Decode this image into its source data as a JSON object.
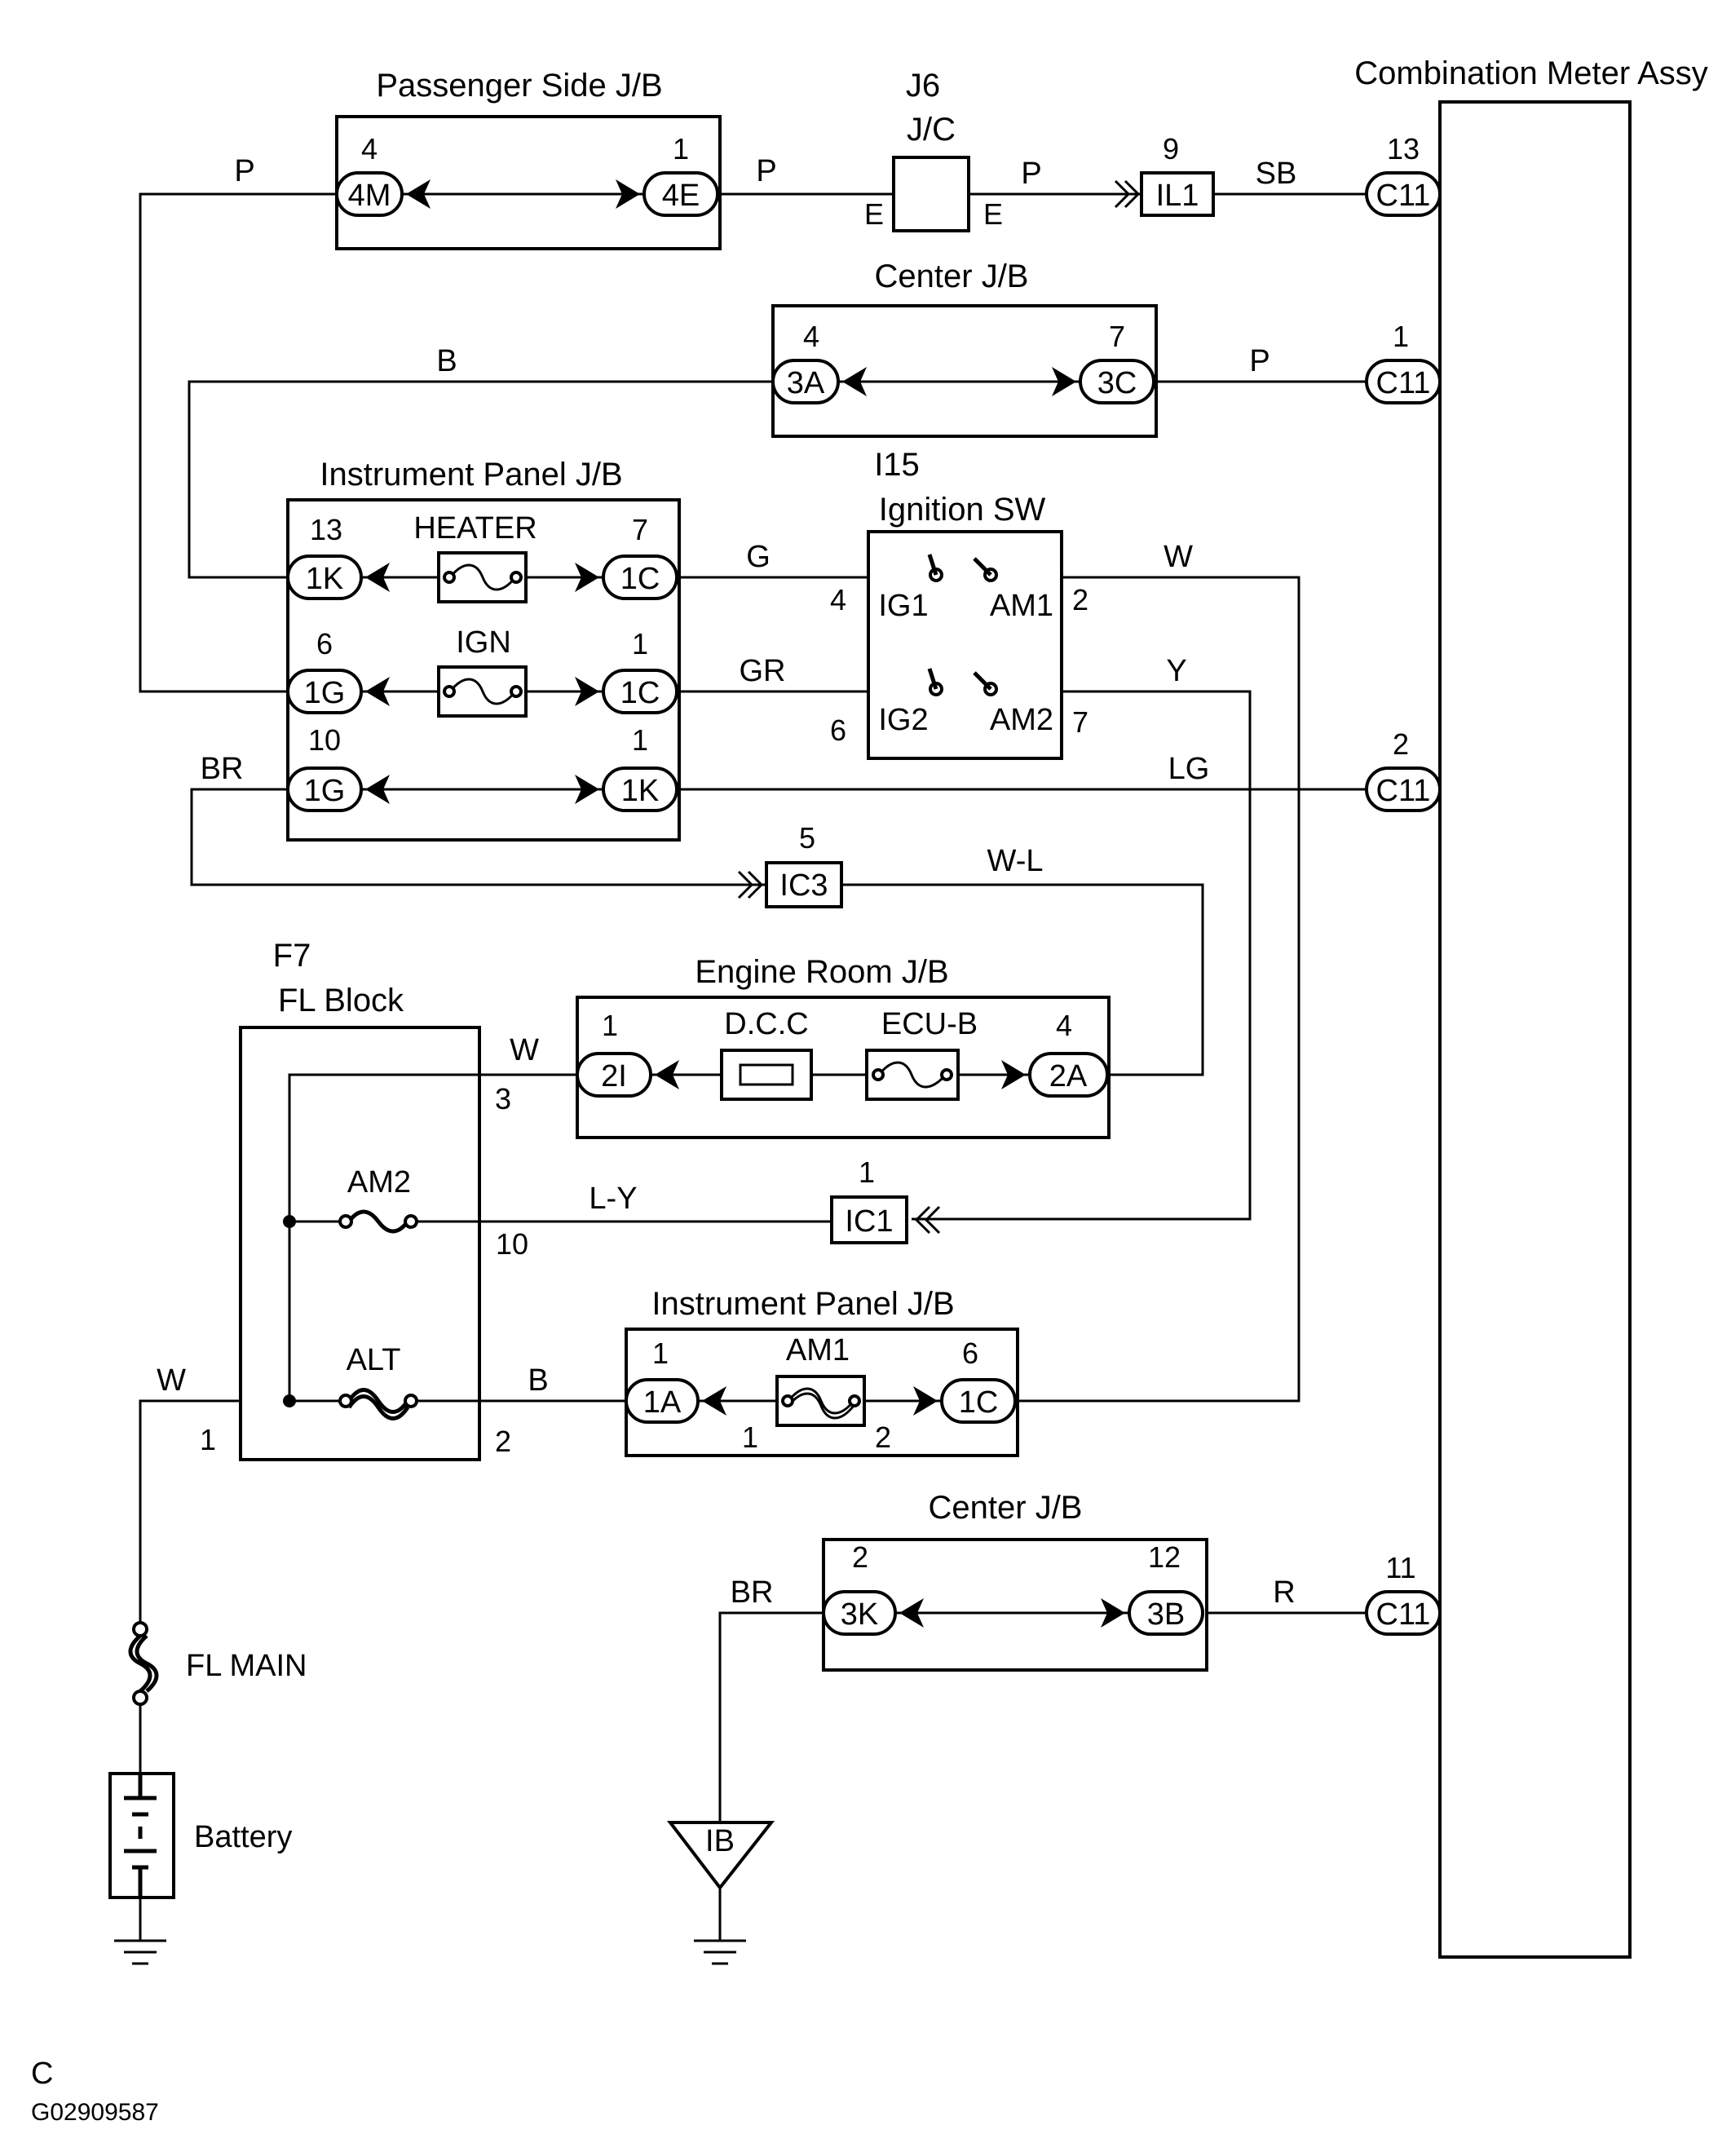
{
  "components": {
    "combination_meter": "Combination Meter Assy",
    "passenger_jb": "Passenger Side J/B",
    "j6_code": "J6",
    "j6_name": "J/C",
    "center_jb_top": "Center J/B",
    "center_jb_bottom": "Center J/B",
    "ip_jb_top": "Instrument Panel J/B",
    "ip_jb_bottom": "Instrument Panel J/B",
    "ignition_code": "I15",
    "ignition_name": "Ignition SW",
    "engine_room_jb": "Engine Room J/B",
    "fl_block_code": "F7",
    "fl_block_name": "FL Block",
    "fl_main": "FL MAIN",
    "battery": "Battery",
    "ground_ib": "IB"
  },
  "fuses": {
    "heater": "HEATER",
    "ign": "IGN",
    "dcc": "D.C.C",
    "ecu_b": "ECU-B",
    "am2": "AM2",
    "alt": "ALT",
    "am1": "AM1"
  },
  "switch_terminals": {
    "ig1": "IG1",
    "am1": "AM1",
    "ig2": "IG2",
    "am2": "AM2"
  },
  "connectors": {
    "pj_4m": "4M",
    "pj_4e": "4E",
    "il1": "IL1",
    "c11_a": "C11",
    "c11_b": "C11",
    "c11_c": "C11",
    "c11_d": "C11",
    "cj_3a": "3A",
    "cj_3c": "3C",
    "ip_1k_a": "1K",
    "ip_1c_a": "1C",
    "ip_1g_a": "1G",
    "ip_1c_b": "1C",
    "ip_1g_b": "1G",
    "ip_1k_b": "1K",
    "ic3": "IC3",
    "er_2i": "2I",
    "er_2a": "2A",
    "ic1": "IC1",
    "ip2_1a": "1A",
    "ip2_1c": "1C",
    "cj2_3k": "3K",
    "cj2_3b": "3B"
  },
  "pins": {
    "pj_4": "4",
    "pj_1": "1",
    "j6_e_left": "E",
    "j6_e_right": "E",
    "il1_9": "9",
    "c11_13": "13",
    "c11_1": "1",
    "c11_2": "2",
    "c11_11": "11",
    "cj_4": "4",
    "cj_7": "7",
    "ip_13": "13",
    "ip_7": "7",
    "ip_6": "6",
    "ip_1a": "1",
    "ip_10": "10",
    "ip_1b": "1",
    "ign_4": "4",
    "ign_2": "2",
    "ign_6": "6",
    "ign_7": "7",
    "ic3_5": "5",
    "er_1": "1",
    "er_4": "4",
    "fl_3": "3",
    "fl_10": "10",
    "fl_1": "1",
    "fl_2": "2",
    "ic1_1": "1",
    "ip2_1": "1",
    "ip2_6": "6",
    "ip2_in1": "1",
    "ip2_in2": "2",
    "cj2_2": "2",
    "cj2_12": "12"
  },
  "wire_colors": {
    "p_left": "P",
    "p_mid": "P",
    "p_j6": "P",
    "sb": "SB",
    "b_top": "B",
    "p_center": "P",
    "g": "G",
    "w_ign": "W",
    "gr": "GR",
    "y": "Y",
    "br_ip": "BR",
    "lg": "LG",
    "w_l": "W-L",
    "w_fl": "W",
    "l_y": "L-Y",
    "w_batt": "W",
    "b_alt": "B",
    "br_center": "BR",
    "r": "R"
  },
  "footer": {
    "letter": "C",
    "code": "G02909587"
  }
}
